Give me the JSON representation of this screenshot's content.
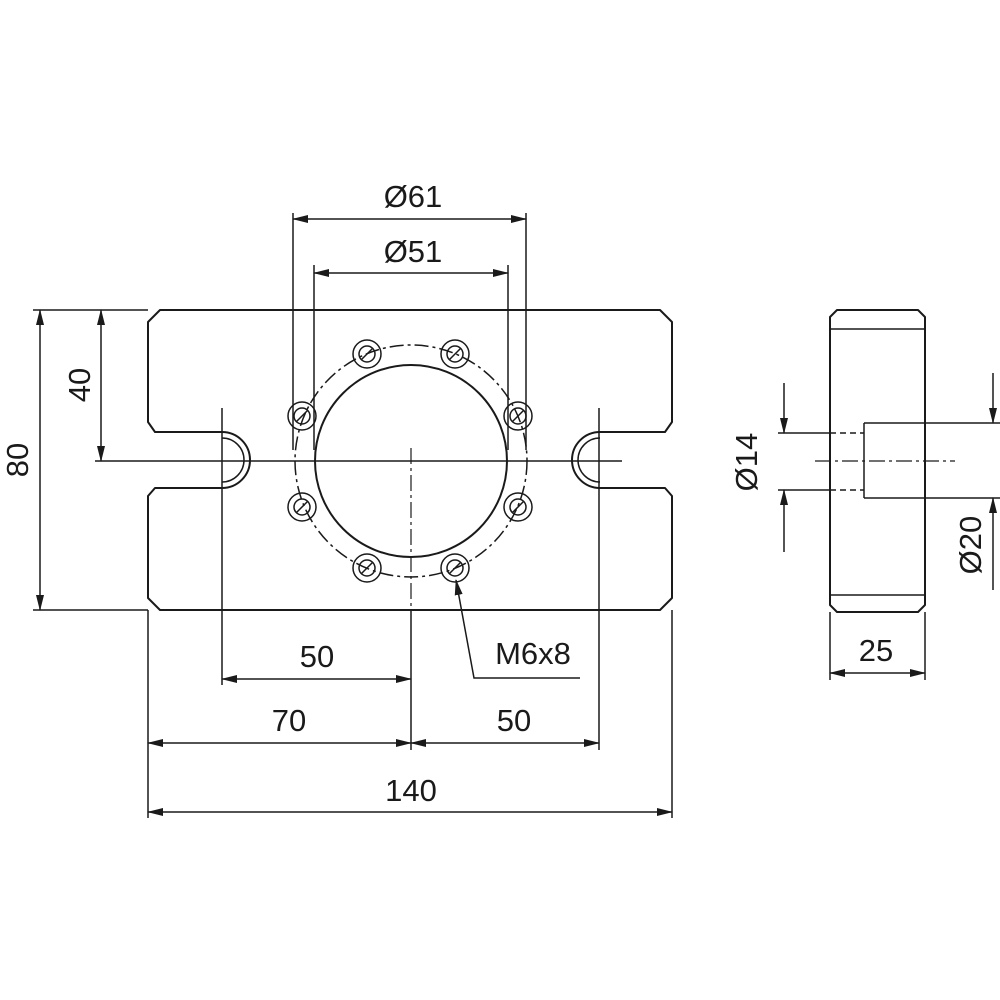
{
  "front_view": {
    "dim_d61": "Ø61",
    "dim_d51": "Ø51",
    "dim_height_40": "40",
    "dim_height_80": "80",
    "dim_50_inner": "50",
    "dim_70": "70",
    "dim_50_right": "50",
    "dim_140": "140",
    "thread_callout": "M6x8"
  },
  "side_view": {
    "dim_d14": "Ø14",
    "dim_d20": "Ø20",
    "dim_width_25": "25"
  }
}
